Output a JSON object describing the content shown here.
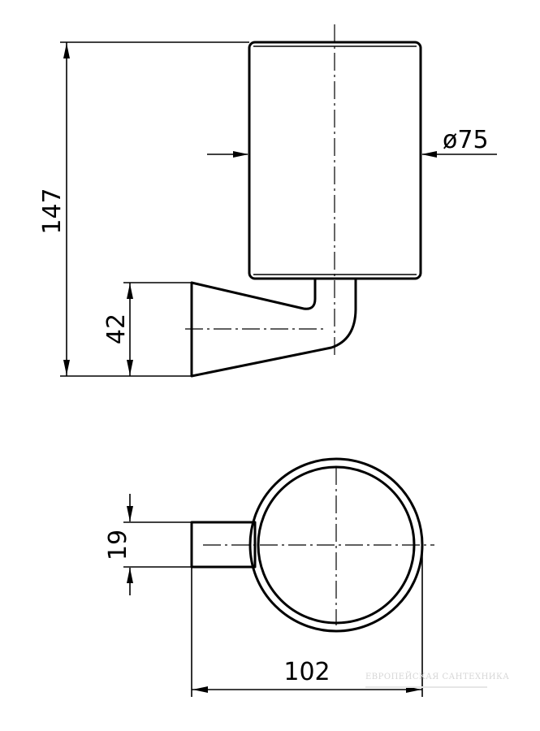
{
  "dimensions": {
    "height_total": "147",
    "diameter": "ø75",
    "holder_height": "42",
    "arm_width": "19",
    "total_depth": "102"
  },
  "watermark": {
    "title": "ЕВРОПЕЙСКАЯ САНТЕХНИКА"
  }
}
